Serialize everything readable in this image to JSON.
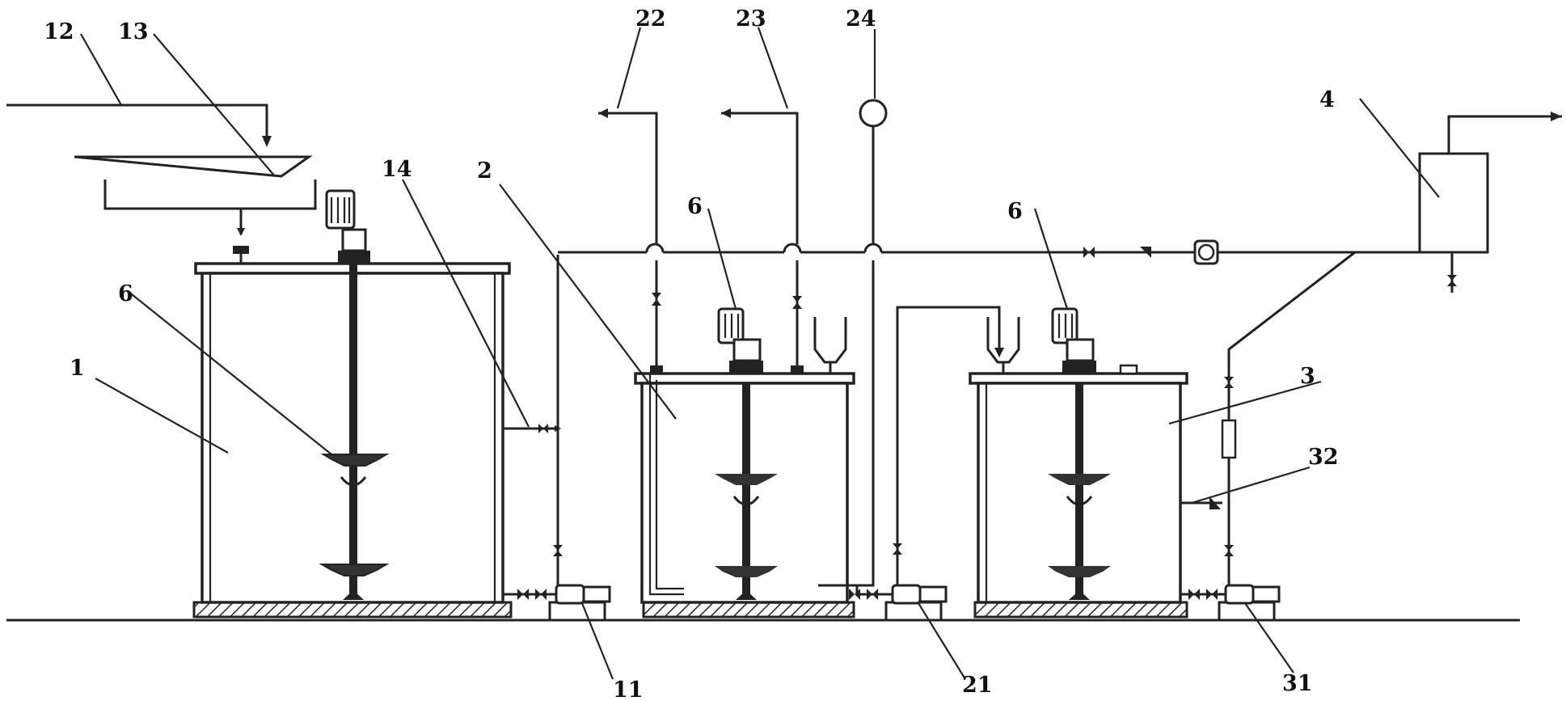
{
  "labels": {
    "l1": "1",
    "l2": "2",
    "l3": "3",
    "l4": "4",
    "l6a": "6",
    "l6b": "6",
    "l6c": "6",
    "l11": "11",
    "l12": "12",
    "l13": "13",
    "l14": "14",
    "l21": "21",
    "l22": "22",
    "l23": "23",
    "l24": "24",
    "l31": "31",
    "l32": "32"
  },
  "colors": {
    "line": "#222222",
    "background": "#ffffff"
  }
}
